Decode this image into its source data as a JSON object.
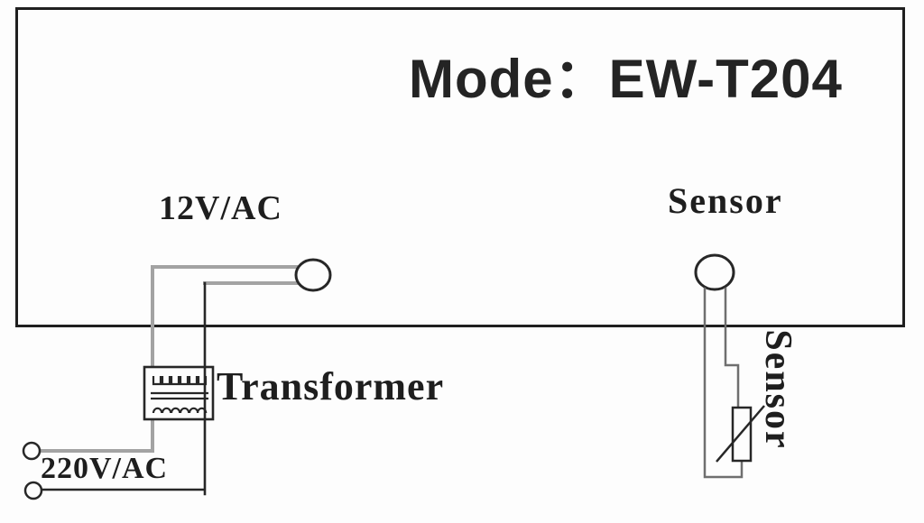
{
  "diagram": {
    "title": "Mode：EW-T204",
    "labels": {
      "secondary_voltage": "12V/AC",
      "primary_voltage": "220V/AC",
      "transformer": "Transformer",
      "sensor": "Sensor",
      "sensor_probe": "Sensor"
    },
    "colors": {
      "line_dark": "#272727",
      "wire_gray": "#a3a3a3",
      "wire_medium": "#6f6f6f",
      "background": "#fdfdfd",
      "text": "#1e1e1e"
    }
  }
}
